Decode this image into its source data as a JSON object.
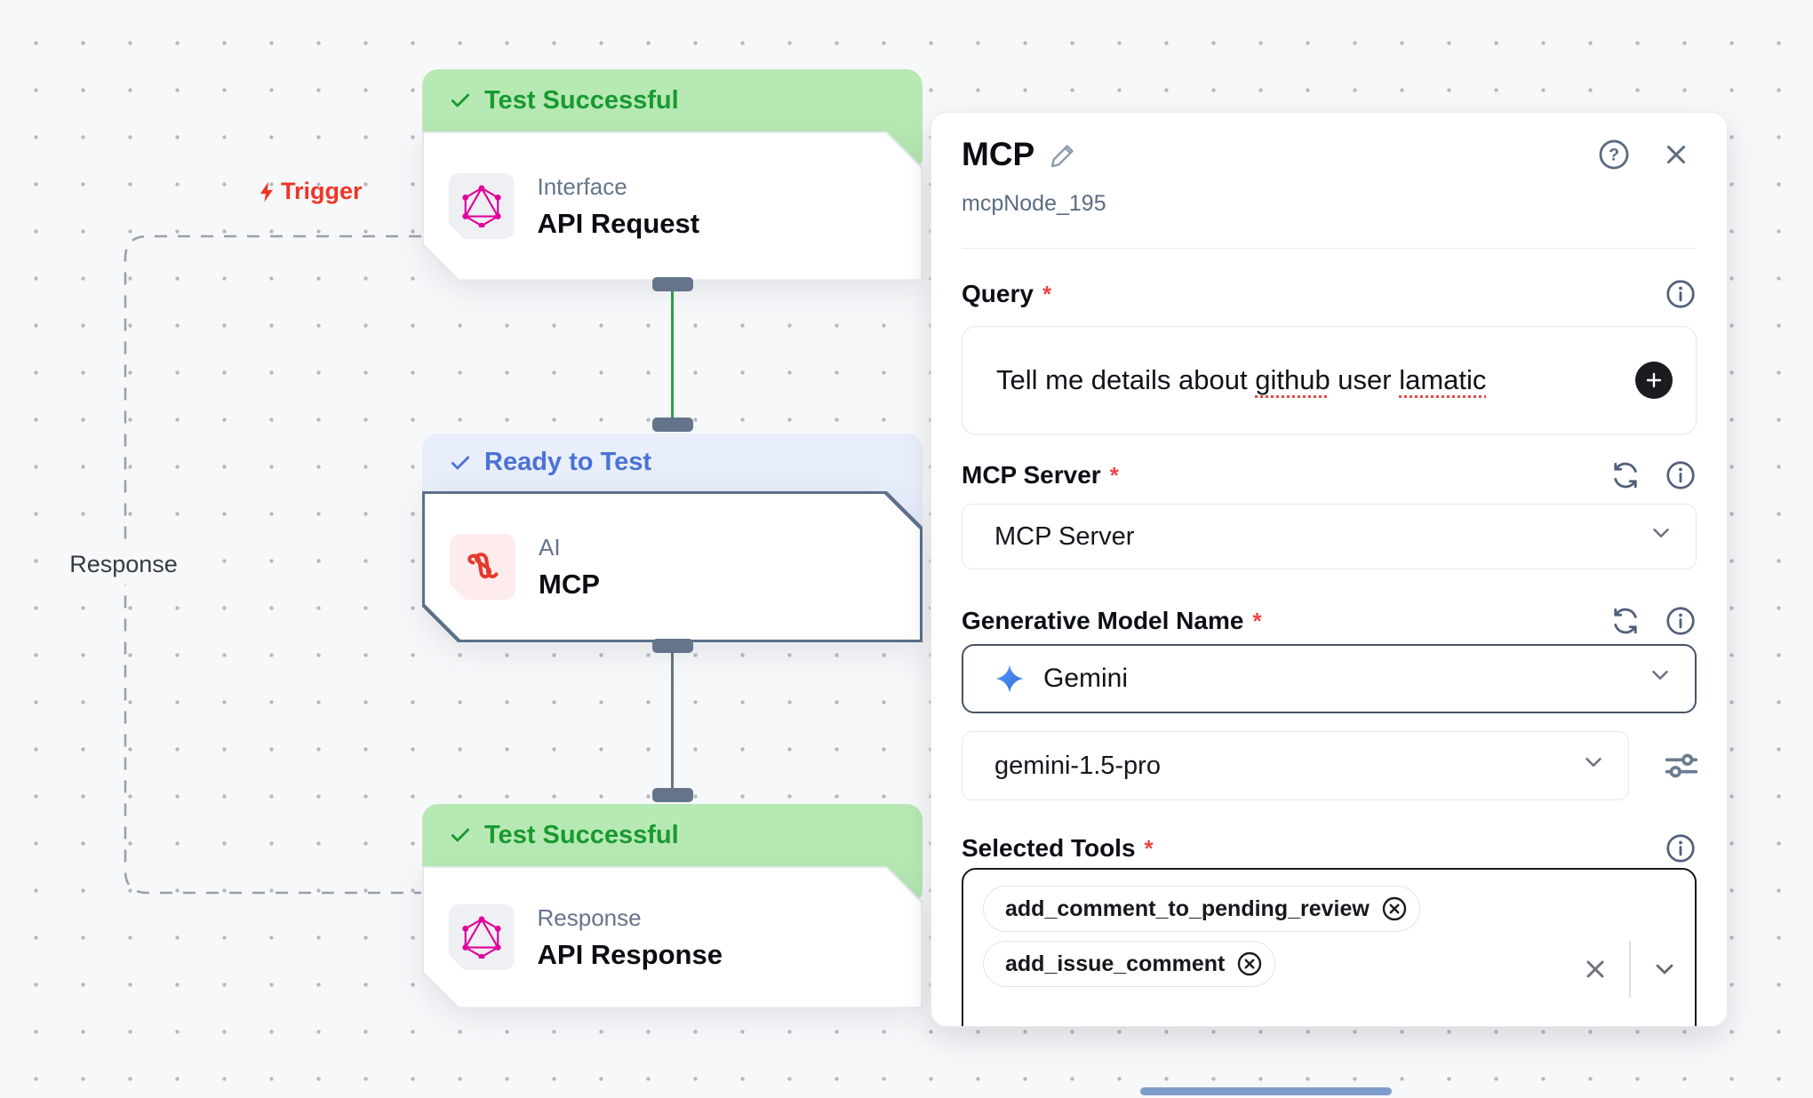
{
  "ui": {
    "required_marker": "*"
  },
  "canvas": {
    "trigger_label": "Trigger",
    "response_label": "Response",
    "nodes": [
      {
        "status": "Test Successful",
        "category": "Interface",
        "title": "API Request",
        "icon": "graphql-icon"
      },
      {
        "status": "Ready to Test",
        "category": "AI",
        "title": "MCP",
        "icon": "lamatic-icon"
      },
      {
        "status": "Test Successful",
        "category": "Response",
        "title": "API Response",
        "icon": "graphql-icon"
      }
    ]
  },
  "panel": {
    "title": "MCP",
    "node_id": "mcpNode_195",
    "query": {
      "label": "Query",
      "value": "Tell me details about github user lamatic",
      "parts": [
        "Tell me details about ",
        "github",
        " user ",
        "lamatic"
      ]
    },
    "mcp_server": {
      "label": "MCP Server",
      "value": "MCP Server"
    },
    "generative_model": {
      "label": "Generative Model Name",
      "provider": "Gemini",
      "model": "gemini-1.5-pro"
    },
    "selected_tools": {
      "label": "Selected Tools",
      "items": [
        "add_comment_to_pending_review",
        "add_issue_comment"
      ]
    }
  },
  "colors": {
    "status_success_text": "#189a30",
    "status_success_bg": "#b7e9b4",
    "status_ready_text": "#4a72d6",
    "status_ready_bg": "#e8eefb",
    "trigger_red": "#ef3527",
    "graphql_pink": "#e10098",
    "lamatic_red": "#e8382c",
    "gemini_blue": "#4683f2",
    "edge_green": "#2ca048",
    "edge_gray": "#64748b"
  }
}
